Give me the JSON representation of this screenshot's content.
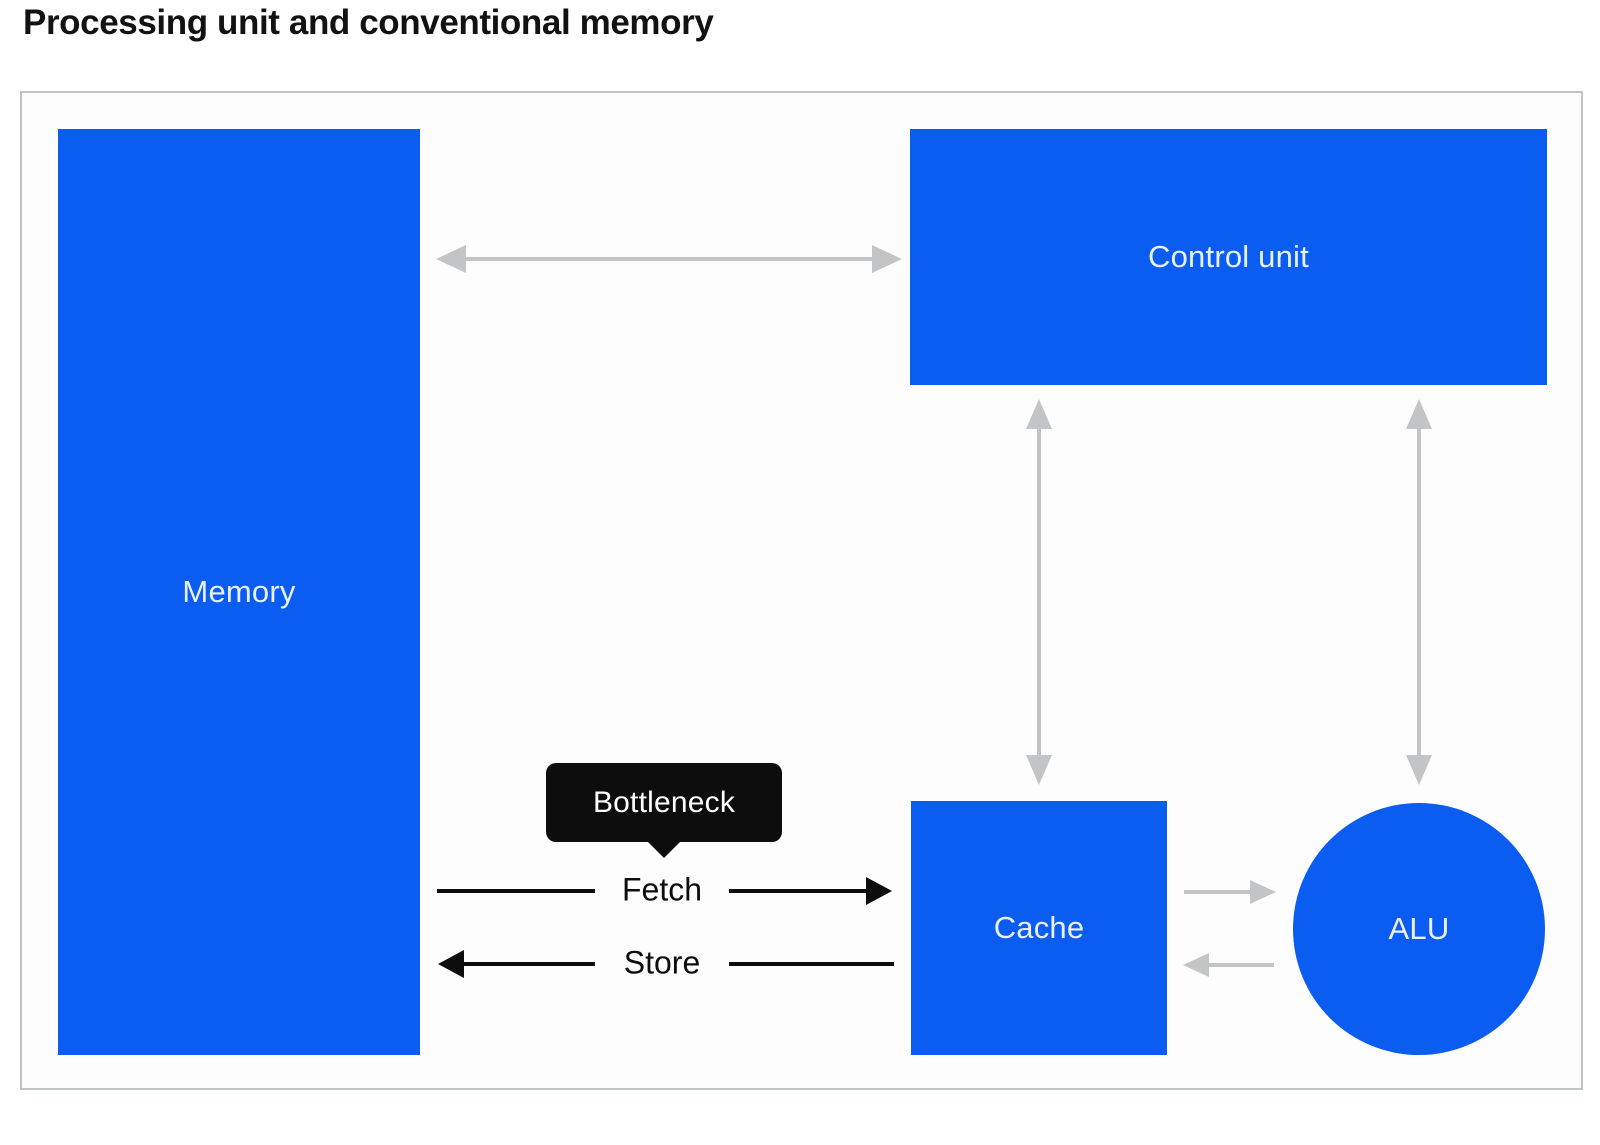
{
  "title": "Processing unit and conventional memory",
  "diagram": {
    "nodes": {
      "memory": {
        "label": "Memory",
        "shape": "rectangle"
      },
      "control_unit": {
        "label": "Control unit",
        "shape": "rectangle"
      },
      "cache": {
        "label": "Cache",
        "shape": "rectangle"
      },
      "alu": {
        "label": "ALU",
        "shape": "circle"
      }
    },
    "callout": {
      "label": "Bottleneck",
      "style": "black-tooltip",
      "points_to": "fetch-store-channel"
    },
    "flow_labels": {
      "fetch": "Fetch",
      "store": "Store"
    },
    "edges": [
      {
        "from": "memory",
        "to": "control_unit",
        "direction": "bidirectional",
        "color": "gray"
      },
      {
        "from": "control_unit",
        "to": "cache",
        "direction": "bidirectional",
        "color": "gray"
      },
      {
        "from": "control_unit",
        "to": "alu",
        "direction": "bidirectional",
        "color": "gray"
      },
      {
        "from": "memory",
        "to": "cache",
        "direction": "forward",
        "label": "Fetch",
        "color": "black"
      },
      {
        "from": "cache",
        "to": "memory",
        "direction": "forward",
        "label": "Store",
        "color": "black"
      },
      {
        "from": "cache",
        "to": "alu",
        "direction": "forward",
        "color": "gray"
      },
      {
        "from": "alu",
        "to": "cache",
        "direction": "forward",
        "color": "gray"
      }
    ]
  },
  "colors": {
    "brand_blue": "#0b5cf1",
    "arrow_gray": "#c3c4c6",
    "ink_black": "#0d0d0d",
    "border_gray": "#c0c3c6",
    "node_label": "#e8f1fd",
    "title_ink": "#121212",
    "canvas_bg": "#fdfdfd"
  }
}
